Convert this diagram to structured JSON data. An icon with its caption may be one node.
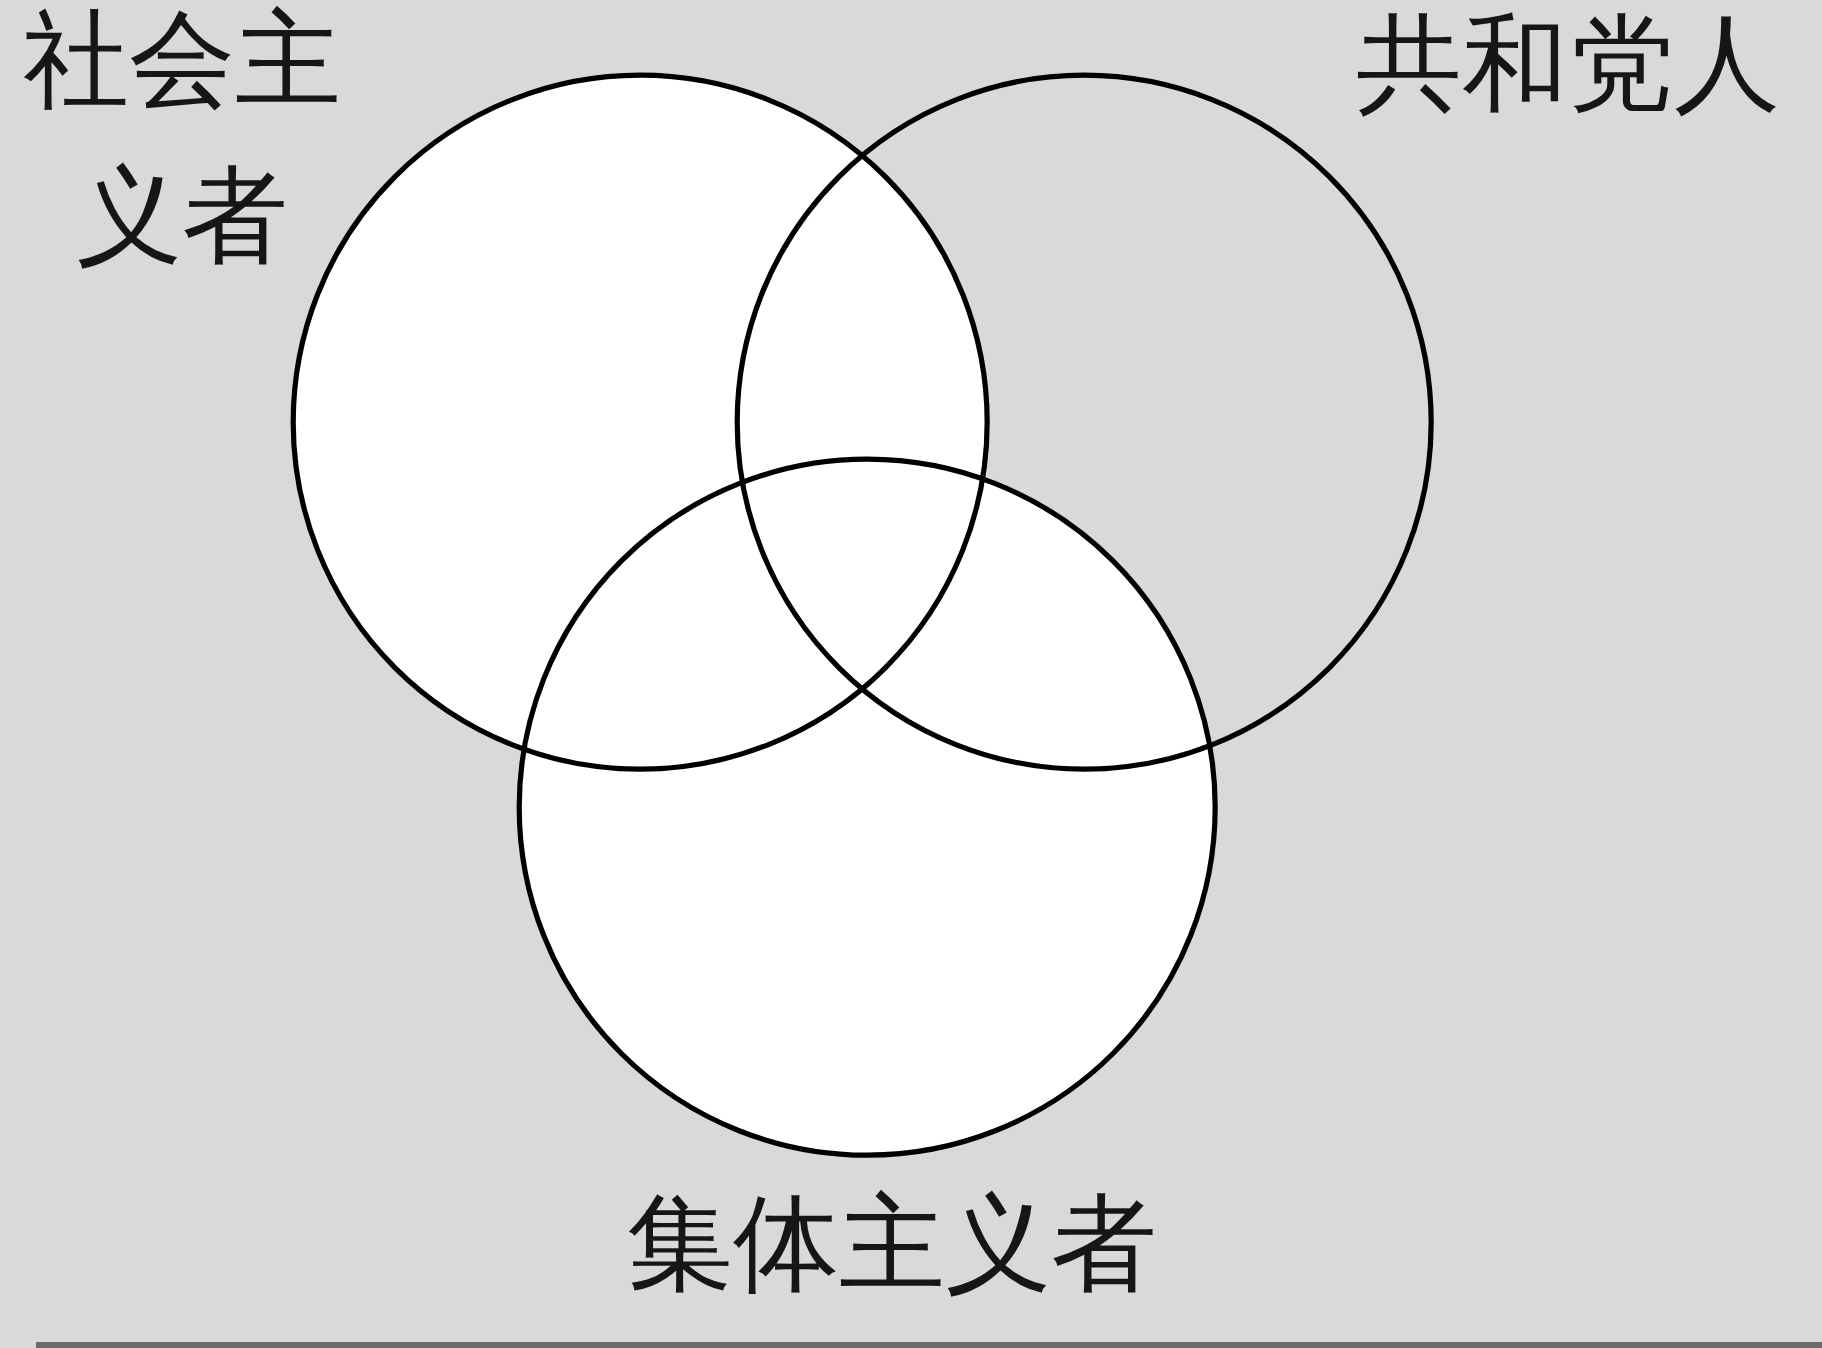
{
  "diagram": {
    "nodes": [
      {
        "text": [
          "社会主义者"
        ]
      },
      {
        "text": [
          "共和党人"
        ]
      },
      {
        "text": [
          "集体主义者"
        ]
      }
    ]
  }
}
